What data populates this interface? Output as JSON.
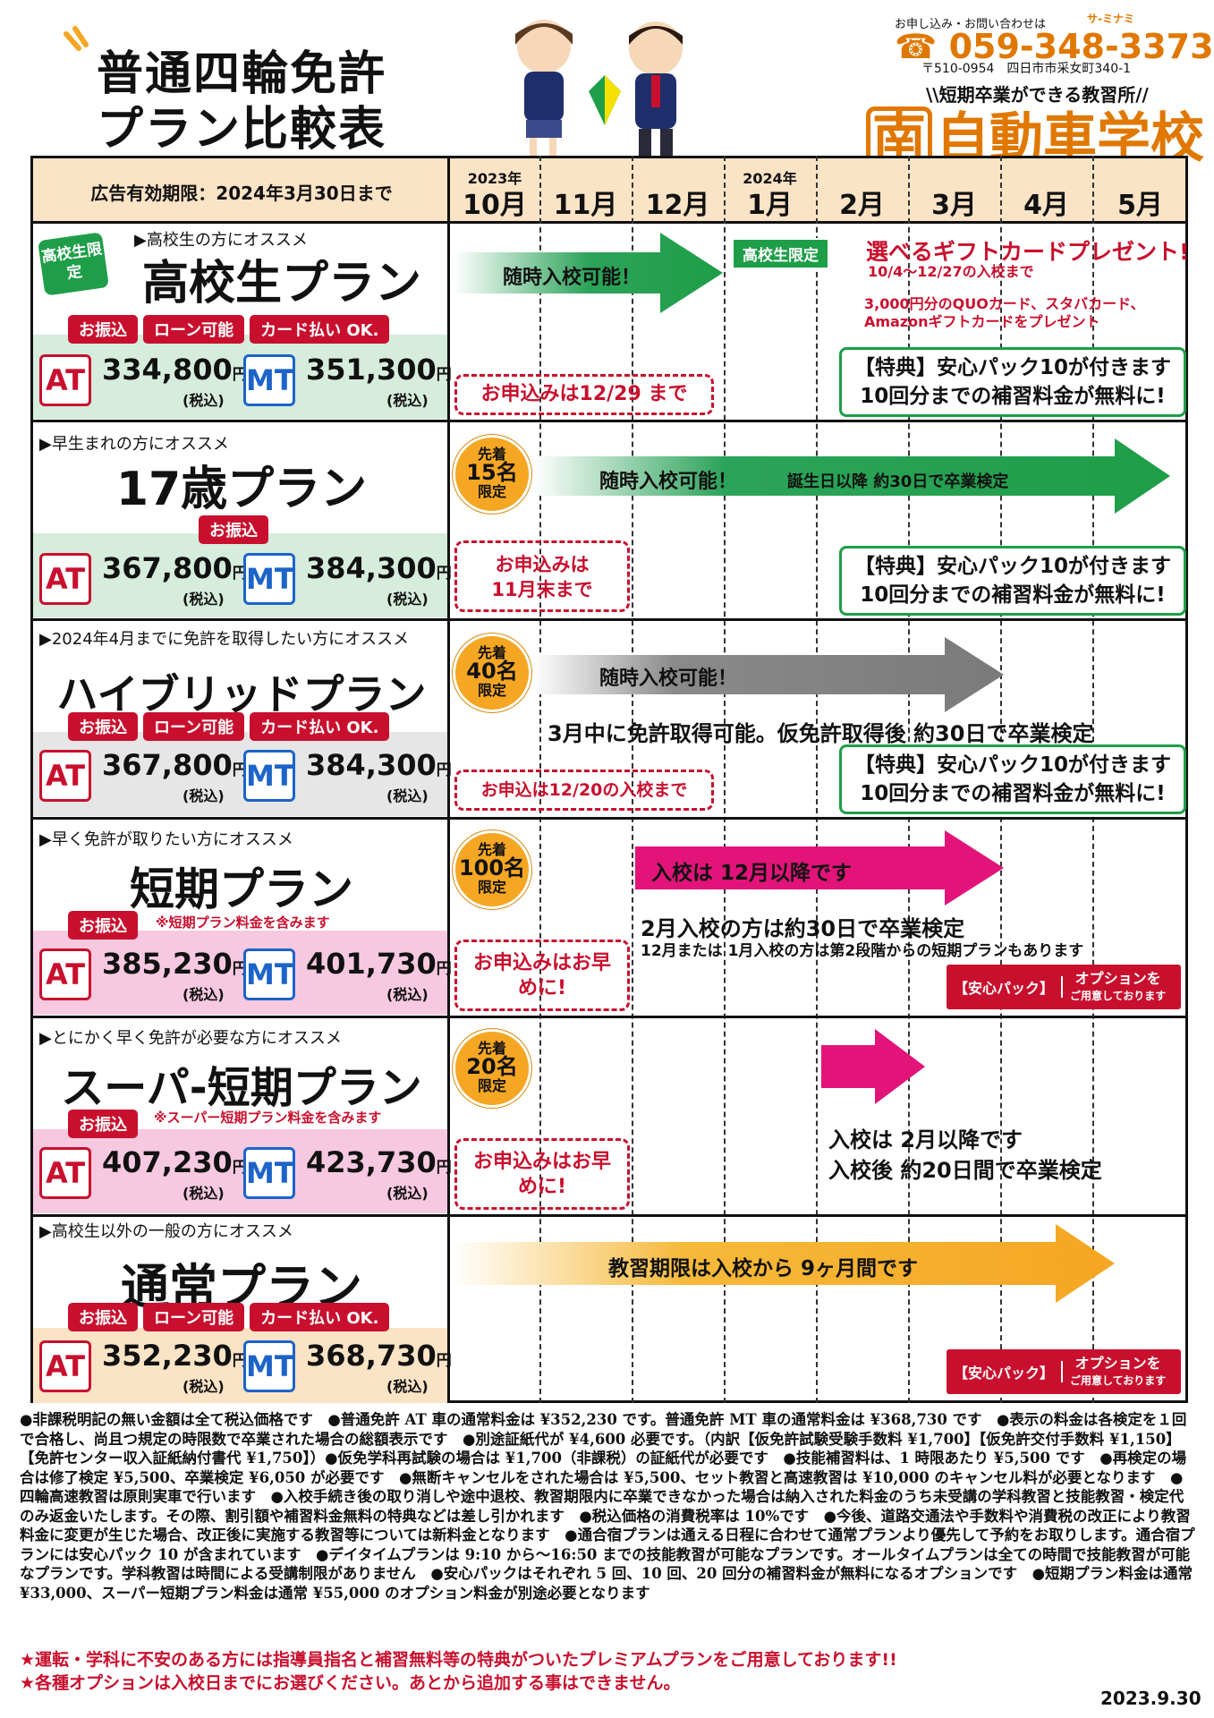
{
  "title": [
    "普通四輪免許",
    "プラン比較表"
  ],
  "contact": {
    "label": "お申し込み・お問い合わせは",
    "kana": "サ-ミナミ",
    "phone": "059-348-3373",
    "address": "〒510-0954　四日市市采女町340-1",
    "tagline": "\\\\短期卒業ができる教習所//",
    "school_icon": "南",
    "school_name": "自動車学校"
  },
  "header": {
    "validity": "広告有効期限：2024年3月30日まで",
    "months": [
      {
        "year": "2023年",
        "month": "10月"
      },
      {
        "year": "",
        "month": "11月"
      },
      {
        "year": "",
        "month": "12月"
      },
      {
        "year": "2024年",
        "month": "1月"
      },
      {
        "year": "",
        "month": "2月"
      },
      {
        "year": "",
        "month": "3月"
      },
      {
        "year": "",
        "month": "4月"
      },
      {
        "year": "",
        "month": "5月"
      }
    ]
  },
  "labels": {
    "at": "AT",
    "mt": "MT",
    "yen": "円",
    "tax": "(税込)",
    "perk1": "【特典】安心パック10が付きます",
    "perk2": "10回分までの補習料金が無料に!",
    "opt_left": "【安心パック】",
    "opt_right1": "オプションを",
    "opt_right2": "ご用意しております",
    "limited": "限定",
    "first": "先着"
  },
  "plans": [
    {
      "for": "▶高校生の方にオススメ",
      "name": "高校生プラン",
      "badge_corner": "高校生限定",
      "badges": [
        "お振込",
        "ローン可能",
        "カード払い OK."
      ],
      "at": "334,800",
      "mt": "351,300",
      "arrow": "随時入校可能！",
      "deadline": "お申込みは12/29 まで",
      "hs_limited": "高校生限定",
      "gift_title": "選べるギフトカードプレゼント!",
      "gift_period": "10/4〜12/27の入校まで",
      "gift_desc1": "3,000円分のQUOカード、スタバカード、",
      "gift_desc2": "Amazonギフトカードをプレゼント"
    },
    {
      "for": "▶早生まれの方にオススメ",
      "name": "17歳プラン",
      "badges": [
        "お振込"
      ],
      "at": "367,800",
      "mt": "384,300",
      "quota": "15名",
      "arrow": "随時入校可能！",
      "arrow_sub": "誕生日以降 約30日で卒業検定",
      "deadline": "お申込みは11月末まで"
    },
    {
      "for": "▶2024年4月までに免許を取得したい方にオススメ",
      "name": "ハイブリッドプラン",
      "badges": [
        "お振込",
        "ローン可能",
        "カード払い OK."
      ],
      "at": "367,800",
      "mt": "384,300",
      "quota": "40名",
      "arrow": "随時入校可能！",
      "desc": "3月中に免許取得可能。仮免許取得後 約30日で卒業検定",
      "deadline": "お申込は12/20の入校まで"
    },
    {
      "for": "▶早く免許が取りたい方にオススメ",
      "name": "短期プラン",
      "badges": [
        "お振込"
      ],
      "note": "※短期プラン料金を含みます",
      "at": "385,230",
      "mt": "401,730",
      "quota": "100名",
      "arrow": "入校は 12月以降です",
      "desc1": "2月入校の方は約30日で卒業検定",
      "desc2": "12月または 1月入校の方は第2段階からの短期プランもあります",
      "deadline": "お申込みはお早めに!"
    },
    {
      "for": "▶とにかく早く免許が必要な方にオススメ",
      "name": "スーパ-短期プラン",
      "badges": [
        "お振込"
      ],
      "note": "※スーパー短期プラン料金を含みます",
      "at": "407,230",
      "mt": "423,730",
      "quota": "20名",
      "desc1": "入校は 2月以降です",
      "desc2": "入校後 約20日間で卒業検定",
      "deadline": "お申込みはお早めに!"
    },
    {
      "for": "▶高校生以外の一般の方にオススメ",
      "name": "通常プラン",
      "badges": [
        "お振込",
        "ローン可能",
        "カード払い OK."
      ],
      "at": "352,230",
      "mt": "368,730",
      "arrow": "教習期限は入校から 9ヶ月間です"
    }
  ],
  "footnote": "●非課税明記の無い金額は全て税込価格です　●普通免許 AT 車の通常料金は ¥352,230 です。普通免許 MT 車の通常料金は ¥368,730 です　●表示の料金は各検定を１回で合格し、尚且つ規定の時限数で卒業された場合の総額表示です　●別途証紙代が ¥4,600 必要です。（内訳【仮免許試験受験手数料 ¥1,700】【仮免許交付手数料 ¥1,150】【免許センター収入証紙納付書代 ¥1,750】）●仮免学科再試験の場合は ¥1,700（非課税）の証紙代が必要です　●技能補習料は、1 時限あたり ¥5,500 です　●再検定の場合は修了検定 ¥5,500、卒業検定 ¥6,050 が必要です　●無断キャンセルをされた場合は ¥5,500、セット教習と高速教習は ¥10,000 のキャンセル料が必要となります　●四輪高速教習は原則実車で行います　●入校手続き後の取り消しや途中退校、教習期限内に卒業できなかった場合は納入された料金のうち未受講の学科教習と技能教習・検定代のみ返金いたします。その際、割引額や補習料金無料の特典などは差し引かれます　●税込価格の消費税率は 10%です　●今後、道路交通法や手数料や消費税の改正により教習料金に変更が生じた場合、改正後に実施する教習等については新料金となります　●通合宿プランは通える日程に合わせて通常プランより優先して予約をお取りします。通合宿プランには安心パック 10 が含まれています　●デイタイムプランは 9:10 から〜16:50 までの技能教習が可能なプランです。オールタイムプランは全ての時間で技能教習が可能なプランです。学科教習は時間による受講制限がありません　●安心パックはそれぞれ 5 回、10 回、20 回分の補習料金が無料になるオプションです　●短期プラン料金は通常 ¥33,000、スーパー短期プラン料金は通常 ¥55,000 のオプション料金が別途必要となります",
  "warnings": [
    "★運転・学科に不安のある方には指導員指名と補習無料等の特典がついたプレミアムプランをご用意しております!!",
    "★各種オプションは入校日までにお選びください。あとから追加する事はできません。"
  ],
  "date": "2023.9.30"
}
